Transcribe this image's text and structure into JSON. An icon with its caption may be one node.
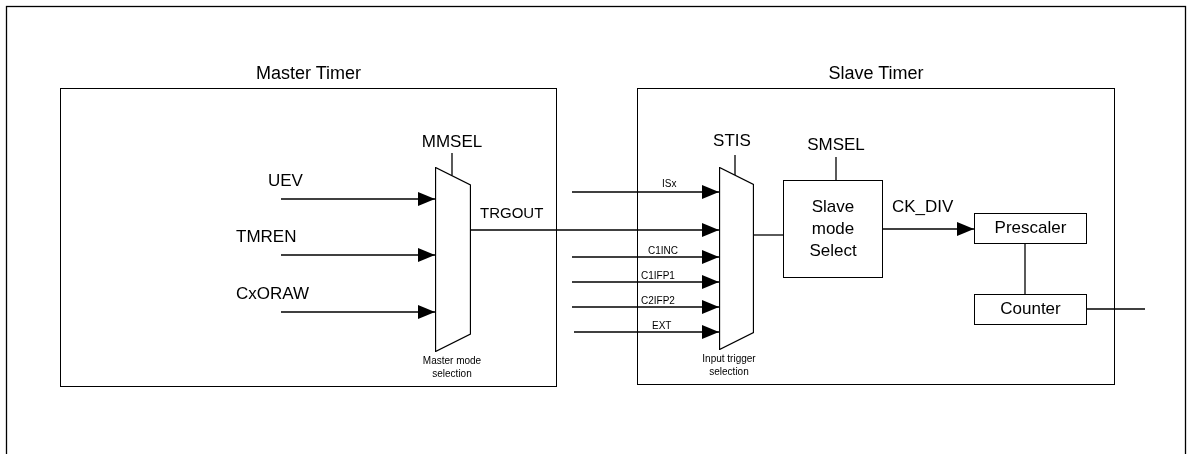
{
  "diagram": {
    "nodes": [
      {
        "text": [
          "Master Timer"
        ]
      },
      {
        "text": [],
        "shape": "trapezoid",
        "in": 0,
        "beside": [
          "Master mode selection"
        ]
      },
      {
        "text": [
          "Slave Timer"
        ]
      },
      {
        "text": [],
        "shape": "trapezoid",
        "in": 2,
        "beside": [
          "Input trigger selection"
        ]
      },
      {
        "text": [
          "Slave mode Select"
        ],
        "in": 2
      },
      {
        "text": [
          "Prescaler"
        ],
        "in": 2
      },
      {
        "text": [
          "Counter"
        ],
        "in": 2
      }
    ],
    "edges": [
      {
        "from": null,
        "to": 1,
        "arrow": "to",
        "label": "UEV"
      },
      {
        "from": null,
        "to": 1,
        "arrow": "to",
        "label": "TMREN"
      },
      {
        "from": null,
        "to": 1,
        "arrow": "to",
        "label": "CxORAW"
      },
      {
        "from": null,
        "to": 1,
        "arrow": "none",
        "label": "MMSEL"
      },
      {
        "from": 1,
        "to": 3,
        "arrow": "to",
        "label": "TRGOUT"
      },
      {
        "from": null,
        "to": 3,
        "arrow": "to",
        "label": "ISx"
      },
      {
        "from": null,
        "to": 3,
        "arrow": "to",
        "label": "C1INC"
      },
      {
        "from": null,
        "to": 3,
        "arrow": "to",
        "label": "C1IFP1"
      },
      {
        "from": null,
        "to": 3,
        "arrow": "to",
        "label": "C2IFP2"
      },
      {
        "from": null,
        "to": 3,
        "arrow": "to",
        "label": "EXT"
      },
      {
        "from": null,
        "to": 3,
        "arrow": "none",
        "label": "STIS"
      },
      {
        "from": 3,
        "to": 4,
        "arrow": "none"
      },
      {
        "from": null,
        "to": 4,
        "arrow": "none",
        "label": "SMSEL"
      },
      {
        "from": 4,
        "to": 5,
        "arrow": "to",
        "label": "CK_DIV"
      },
      {
        "from": 5,
        "to": 6,
        "arrow": "none"
      },
      {
        "from": 6,
        "to": null,
        "arrow": "none"
      }
    ]
  }
}
